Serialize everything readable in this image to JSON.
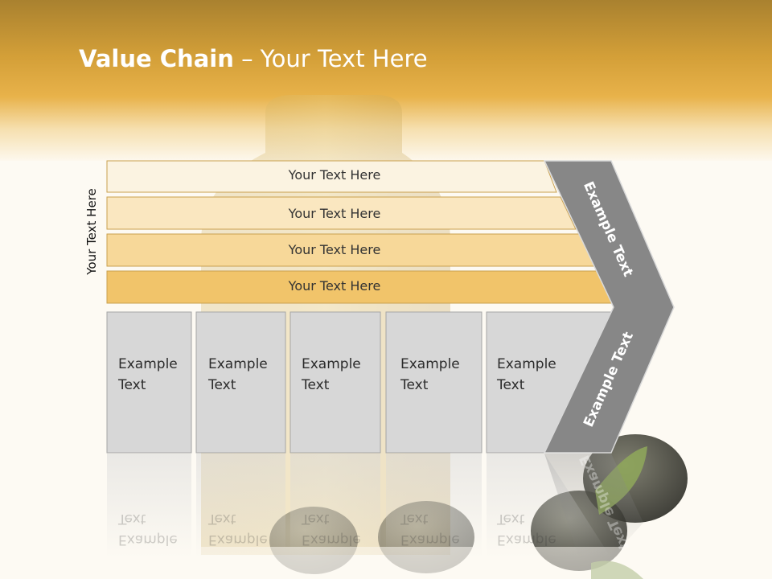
{
  "title": {
    "bold": "Value Chain",
    "rest": " – Your Text Here"
  },
  "side_label": "Your Text Here",
  "bars": [
    {
      "label": "Your Text Here"
    },
    {
      "label": "Your Text Here"
    },
    {
      "label": "Your Text Here"
    },
    {
      "label": "Your Text Here"
    }
  ],
  "columns": [
    {
      "line1": "Example",
      "line2": "Text"
    },
    {
      "line1": "Example",
      "line2": "Text"
    },
    {
      "line1": "Example",
      "line2": "Text"
    },
    {
      "line1": "Example",
      "line2": "Text"
    },
    {
      "line1": "Example",
      "line2": "Text"
    }
  ],
  "arrow": {
    "upper_label": "Example Text",
    "lower_label": "Example Text"
  },
  "colors": {
    "bar_fills": [
      "#fbf3e1",
      "#fae7c0",
      "#f7d899",
      "#f1c46a"
    ],
    "bar_stroke": "#c9a04e",
    "column_fill": "#d7d7d7",
    "column_stroke": "#a5a5a5",
    "arrow_fill": "#878787"
  }
}
